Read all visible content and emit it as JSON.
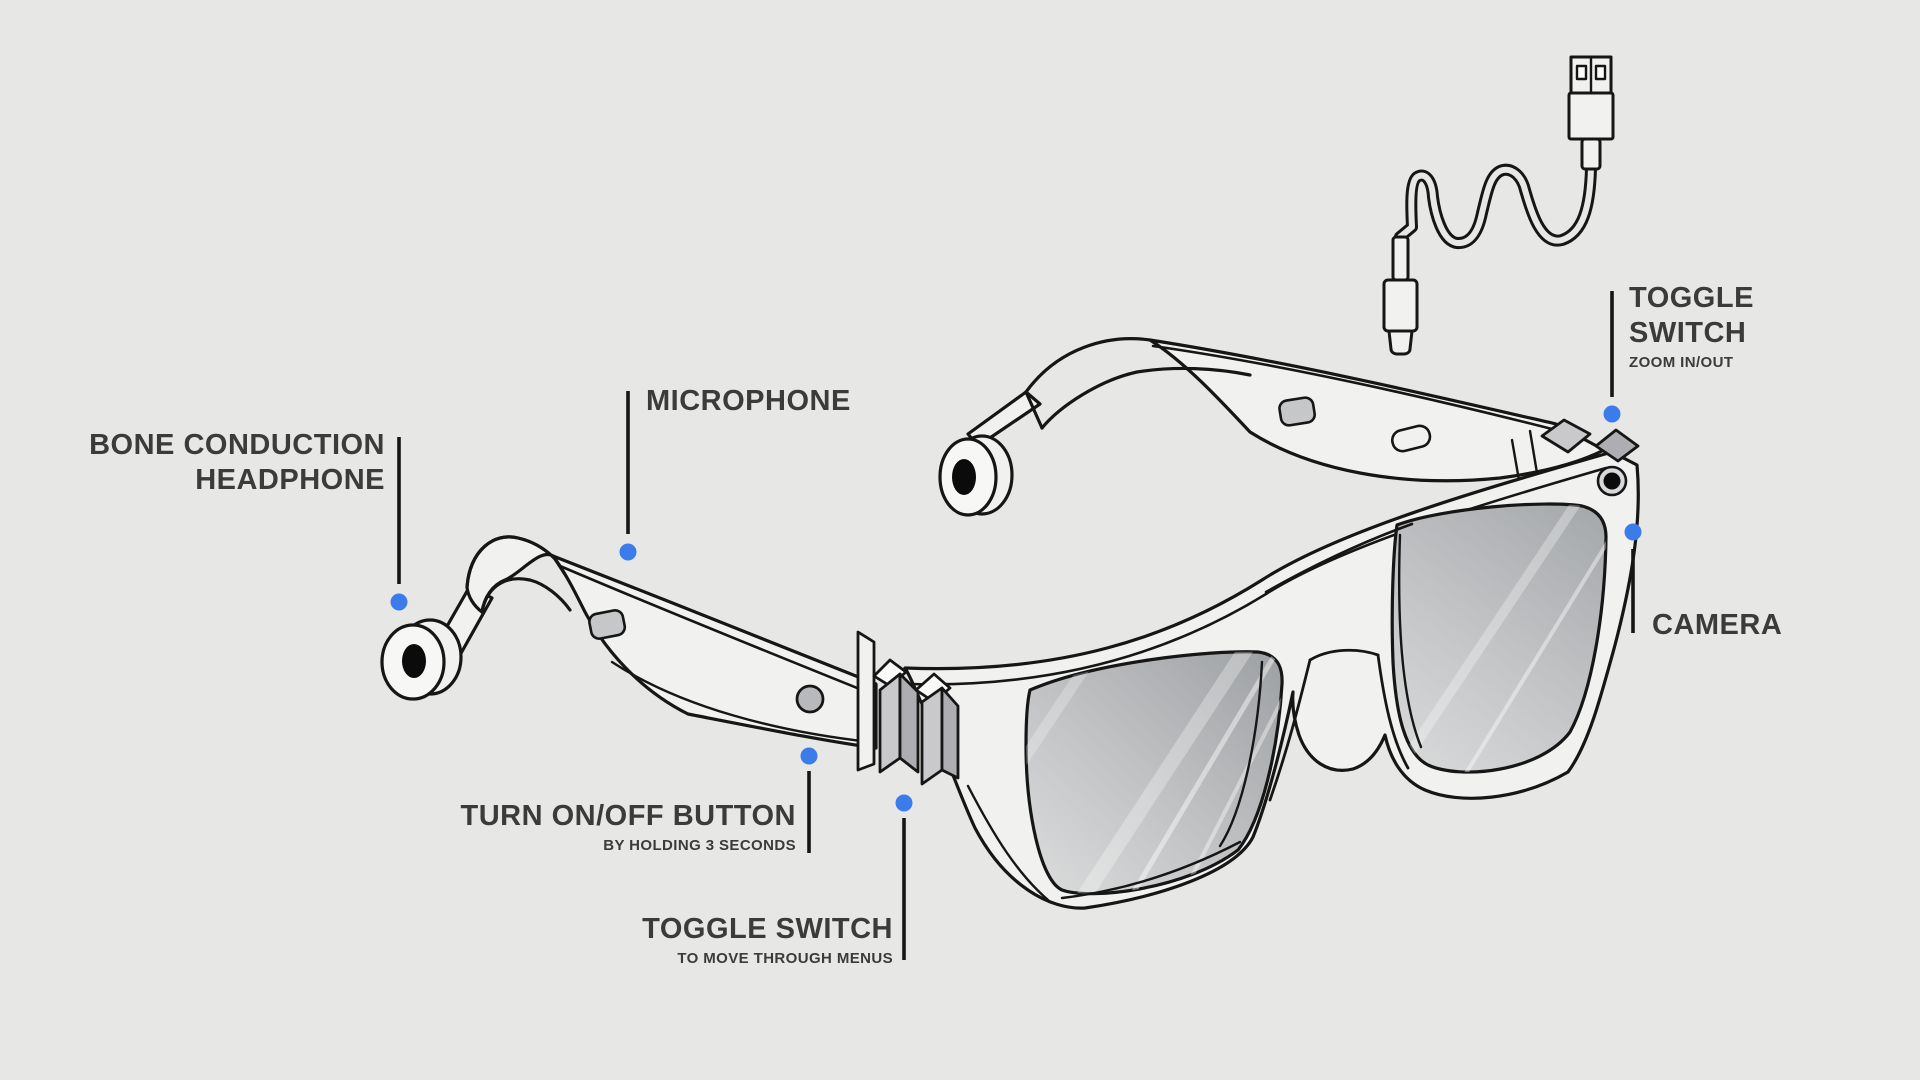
{
  "colors": {
    "background": "#e7e7e5",
    "accent_dot": "#3c7cea",
    "label_text": "#3b3b3b",
    "line_black": "#161616",
    "lens_dark": "#9da0a3",
    "lens_light": "#dcdcdc"
  },
  "callouts": {
    "bone_conduction_headphone": {
      "title_line1": "BONE CONDUCTION",
      "title_line2": "HEADPHONE"
    },
    "microphone": {
      "title": "MICROPHONE"
    },
    "power_button": {
      "title": "TURN ON/OFF BUTTON",
      "subtitle": "BY HOLDING 3 SECONDS"
    },
    "toggle_switch_menus": {
      "title": "TOGGLE SWITCH",
      "subtitle": "TO MOVE THROUGH MENUS"
    },
    "toggle_switch_zoom": {
      "title_line1": "TOGGLE",
      "title_line2": "SWITCH",
      "subtitle": "ZOOM IN/OUT"
    },
    "camera": {
      "title": "CAMERA"
    }
  },
  "illustration_parts": [
    "smart-glasses",
    "usb-charging-cable",
    "bone-conduction-speaker-left",
    "bone-conduction-speaker-right",
    "microphone-slot-left",
    "microphone-slot-right",
    "power-button",
    "hinge-toggle-switch",
    "zoom-toggle-switch",
    "camera-lens"
  ]
}
